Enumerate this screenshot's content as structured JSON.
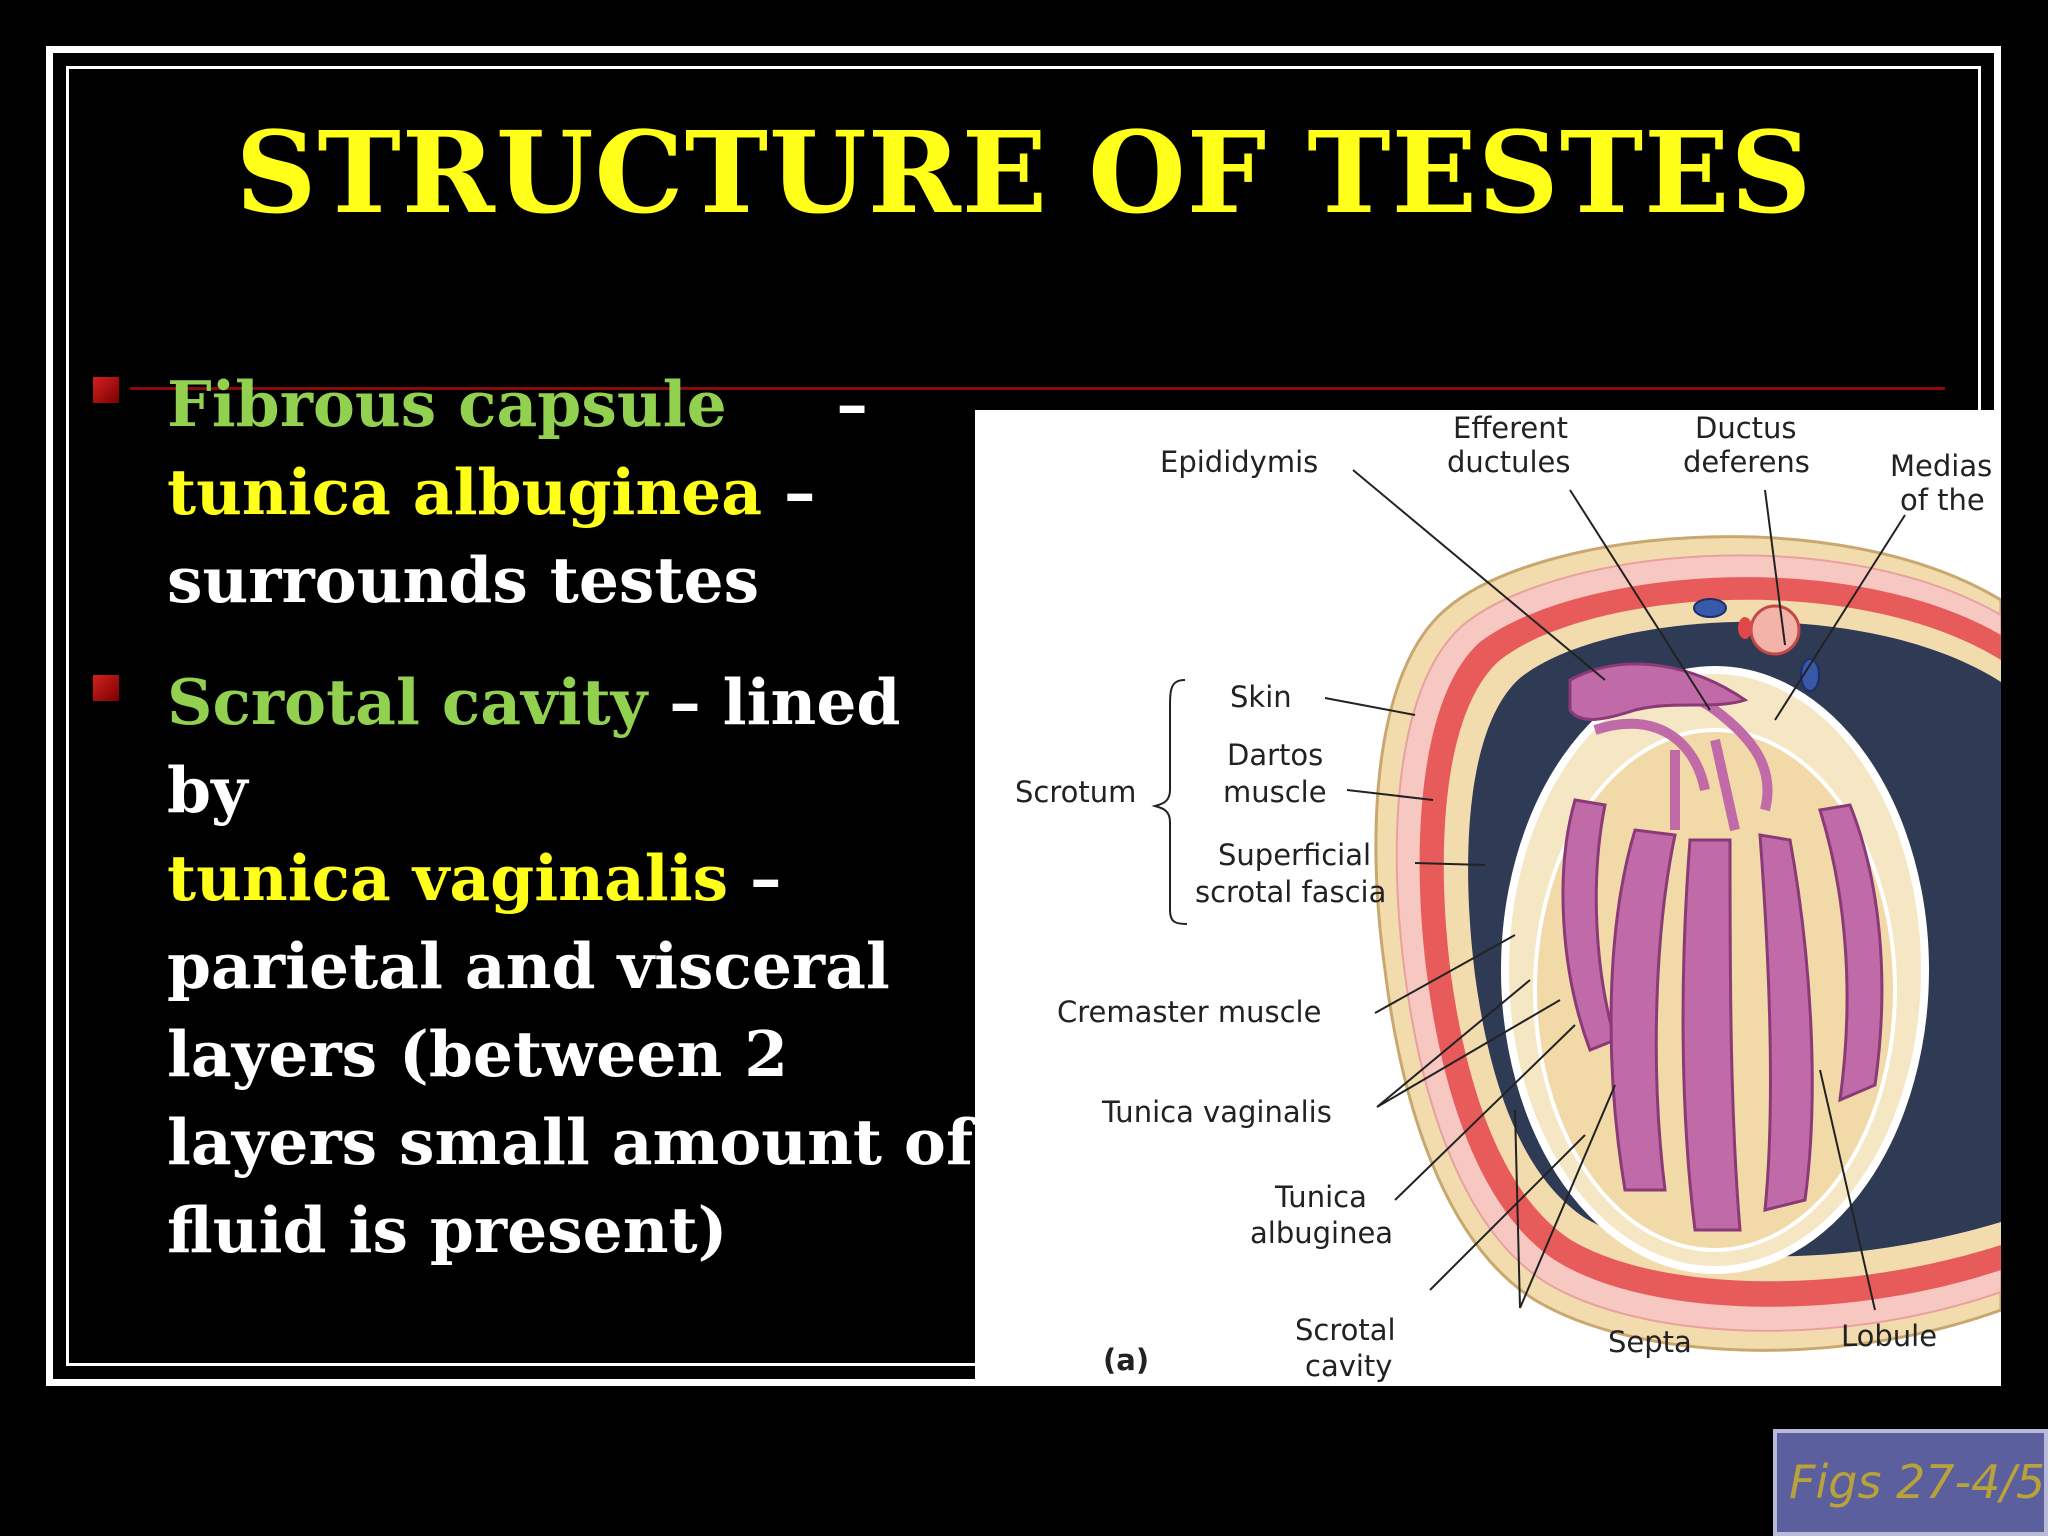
{
  "slide": {
    "title": "STRUCTURE OF TESTES",
    "bullets": [
      {
        "term": "Fibrous capsule",
        "dash1": "     –",
        "highlight": "tunica albuginea",
        "rest1": " –",
        "rest2": "surrounds testes"
      },
      {
        "term": "Scrotal cavity",
        "rest1": " – lined by",
        "highlight": "tunica vaginalis",
        "rest2": " –",
        "rest3": "parietal and visceral layers  (between 2 layers small amount of fluid is present)"
      }
    ],
    "figure_ref": "Figs 27-4/5"
  },
  "diagram": {
    "labels": {
      "epididymis": "Epididymis",
      "efferent_1": "Efferent",
      "efferent_2": "ductules",
      "ductus_1": "Ductus",
      "ductus_2": "deferens",
      "medias_1": "Medias",
      "medias_2": "of the",
      "skin": "Skin",
      "dartos_1": "Dartos",
      "dartos_2": "muscle",
      "scrotum": "Scrotum",
      "superficial_1": "Superficial",
      "superficial_2": "scrotal fascia",
      "cremaster": "Cremaster muscle",
      "tunica_vaginalis": "Tunica vaginalis",
      "tunica_alb_1": "Tunica",
      "tunica_alb_2": "albuginea",
      "scrotal_cav_1": "Scrotal",
      "scrotal_cav_2": "cavity",
      "septa": "Septa",
      "lobule": "Lobule",
      "panel": "(a)"
    }
  },
  "colors": {
    "background": "#000000",
    "title": "#ffff1a",
    "term": "#92d050",
    "highlight": "#ffff1a",
    "body_text": "#ffffff",
    "bullet_marker": "#b01010"
  }
}
